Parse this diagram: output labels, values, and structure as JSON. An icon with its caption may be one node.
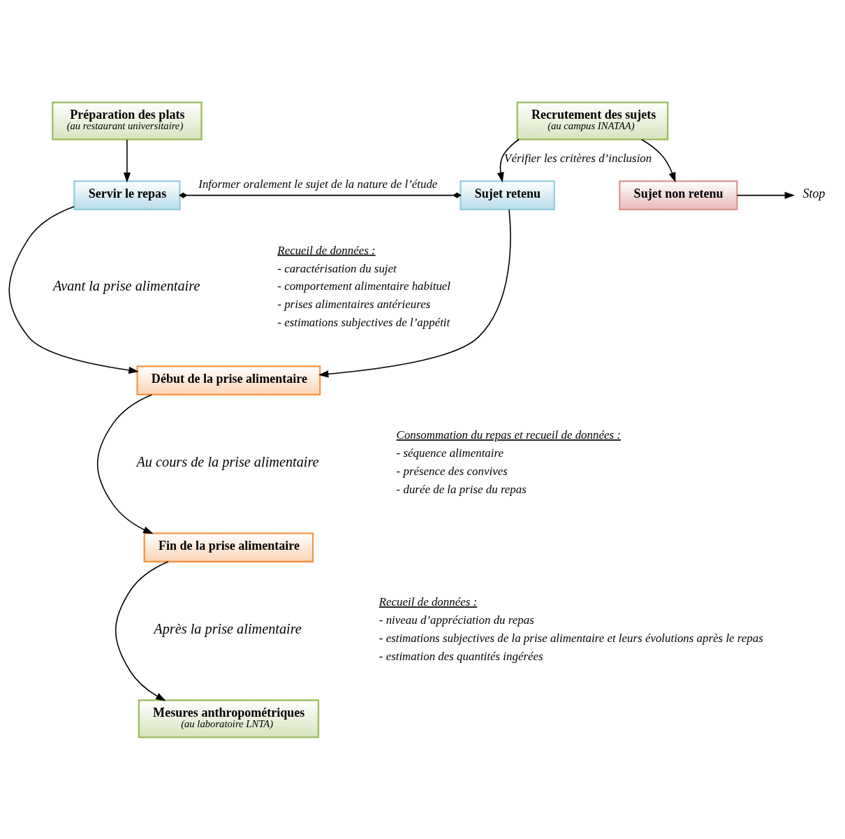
{
  "diagram": {
    "nodes": [
      {
        "text": [
          "Préparation des plats",
          "(au restaurant universitaire)"
        ]
      },
      {
        "text": [
          "Recrutement des sujets",
          "(au campus INATAA)"
        ]
      },
      {
        "text": [
          "Servir le repas"
        ]
      },
      {
        "text": [
          "Sujet retenu"
        ]
      },
      {
        "text": [
          "Sujet non retenu"
        ]
      },
      {
        "text": [
          "Stop"
        ]
      },
      {
        "text": [
          "Début de la prise alimentaire"
        ]
      },
      {
        "text": [
          "Fin de la prise alimentaire"
        ]
      },
      {
        "text": [
          "Mesures anthropométriques",
          "(au laboratoire LNTA)"
        ]
      }
    ],
    "edges": [
      {
        "from": 0,
        "to": 2,
        "arrow": "to"
      },
      {
        "from": 2,
        "to": 3,
        "arrow": "other",
        "label": "Informer oralement le sujet de la nature de l’étude"
      },
      {
        "from": 1,
        "to": 3,
        "arrow": "to",
        "label": "Vérifier les critères d’inclusion"
      },
      {
        "from": 1,
        "to": 4,
        "arrow": "to"
      },
      {
        "from": 4,
        "to": 5,
        "arrow": "to"
      },
      {
        "from": 2,
        "to": 6,
        "arrow": "to"
      },
      {
        "from": 3,
        "to": 6,
        "arrow": "to"
      },
      {
        "from": 6,
        "to": 7,
        "arrow": "to"
      },
      {
        "from": 7,
        "to": 8,
        "arrow": "to"
      }
    ],
    "labels": [
      "Avant la prise alimentaire",
      "Recueil de données :",
      "- caractérisation du sujet",
      "- comportement alimentaire habituel",
      "- prises alimentaires antérieures",
      "- estimations subjectives de l’appétit",
      "Au cours de la prise alimentaire",
      "Consommation du repas et recueil de données :",
      "- séquence alimentaire",
      "- présence des convives",
      "- durée de la prise du repas",
      "Après la prise alimentaire",
      "Recueil de données :",
      "- niveau d’appréciation du repas",
      "- estimations subjectives de la prise alimentaire et leurs évolutions après le repas",
      "- estimation des quantités ingérées"
    ]
  }
}
